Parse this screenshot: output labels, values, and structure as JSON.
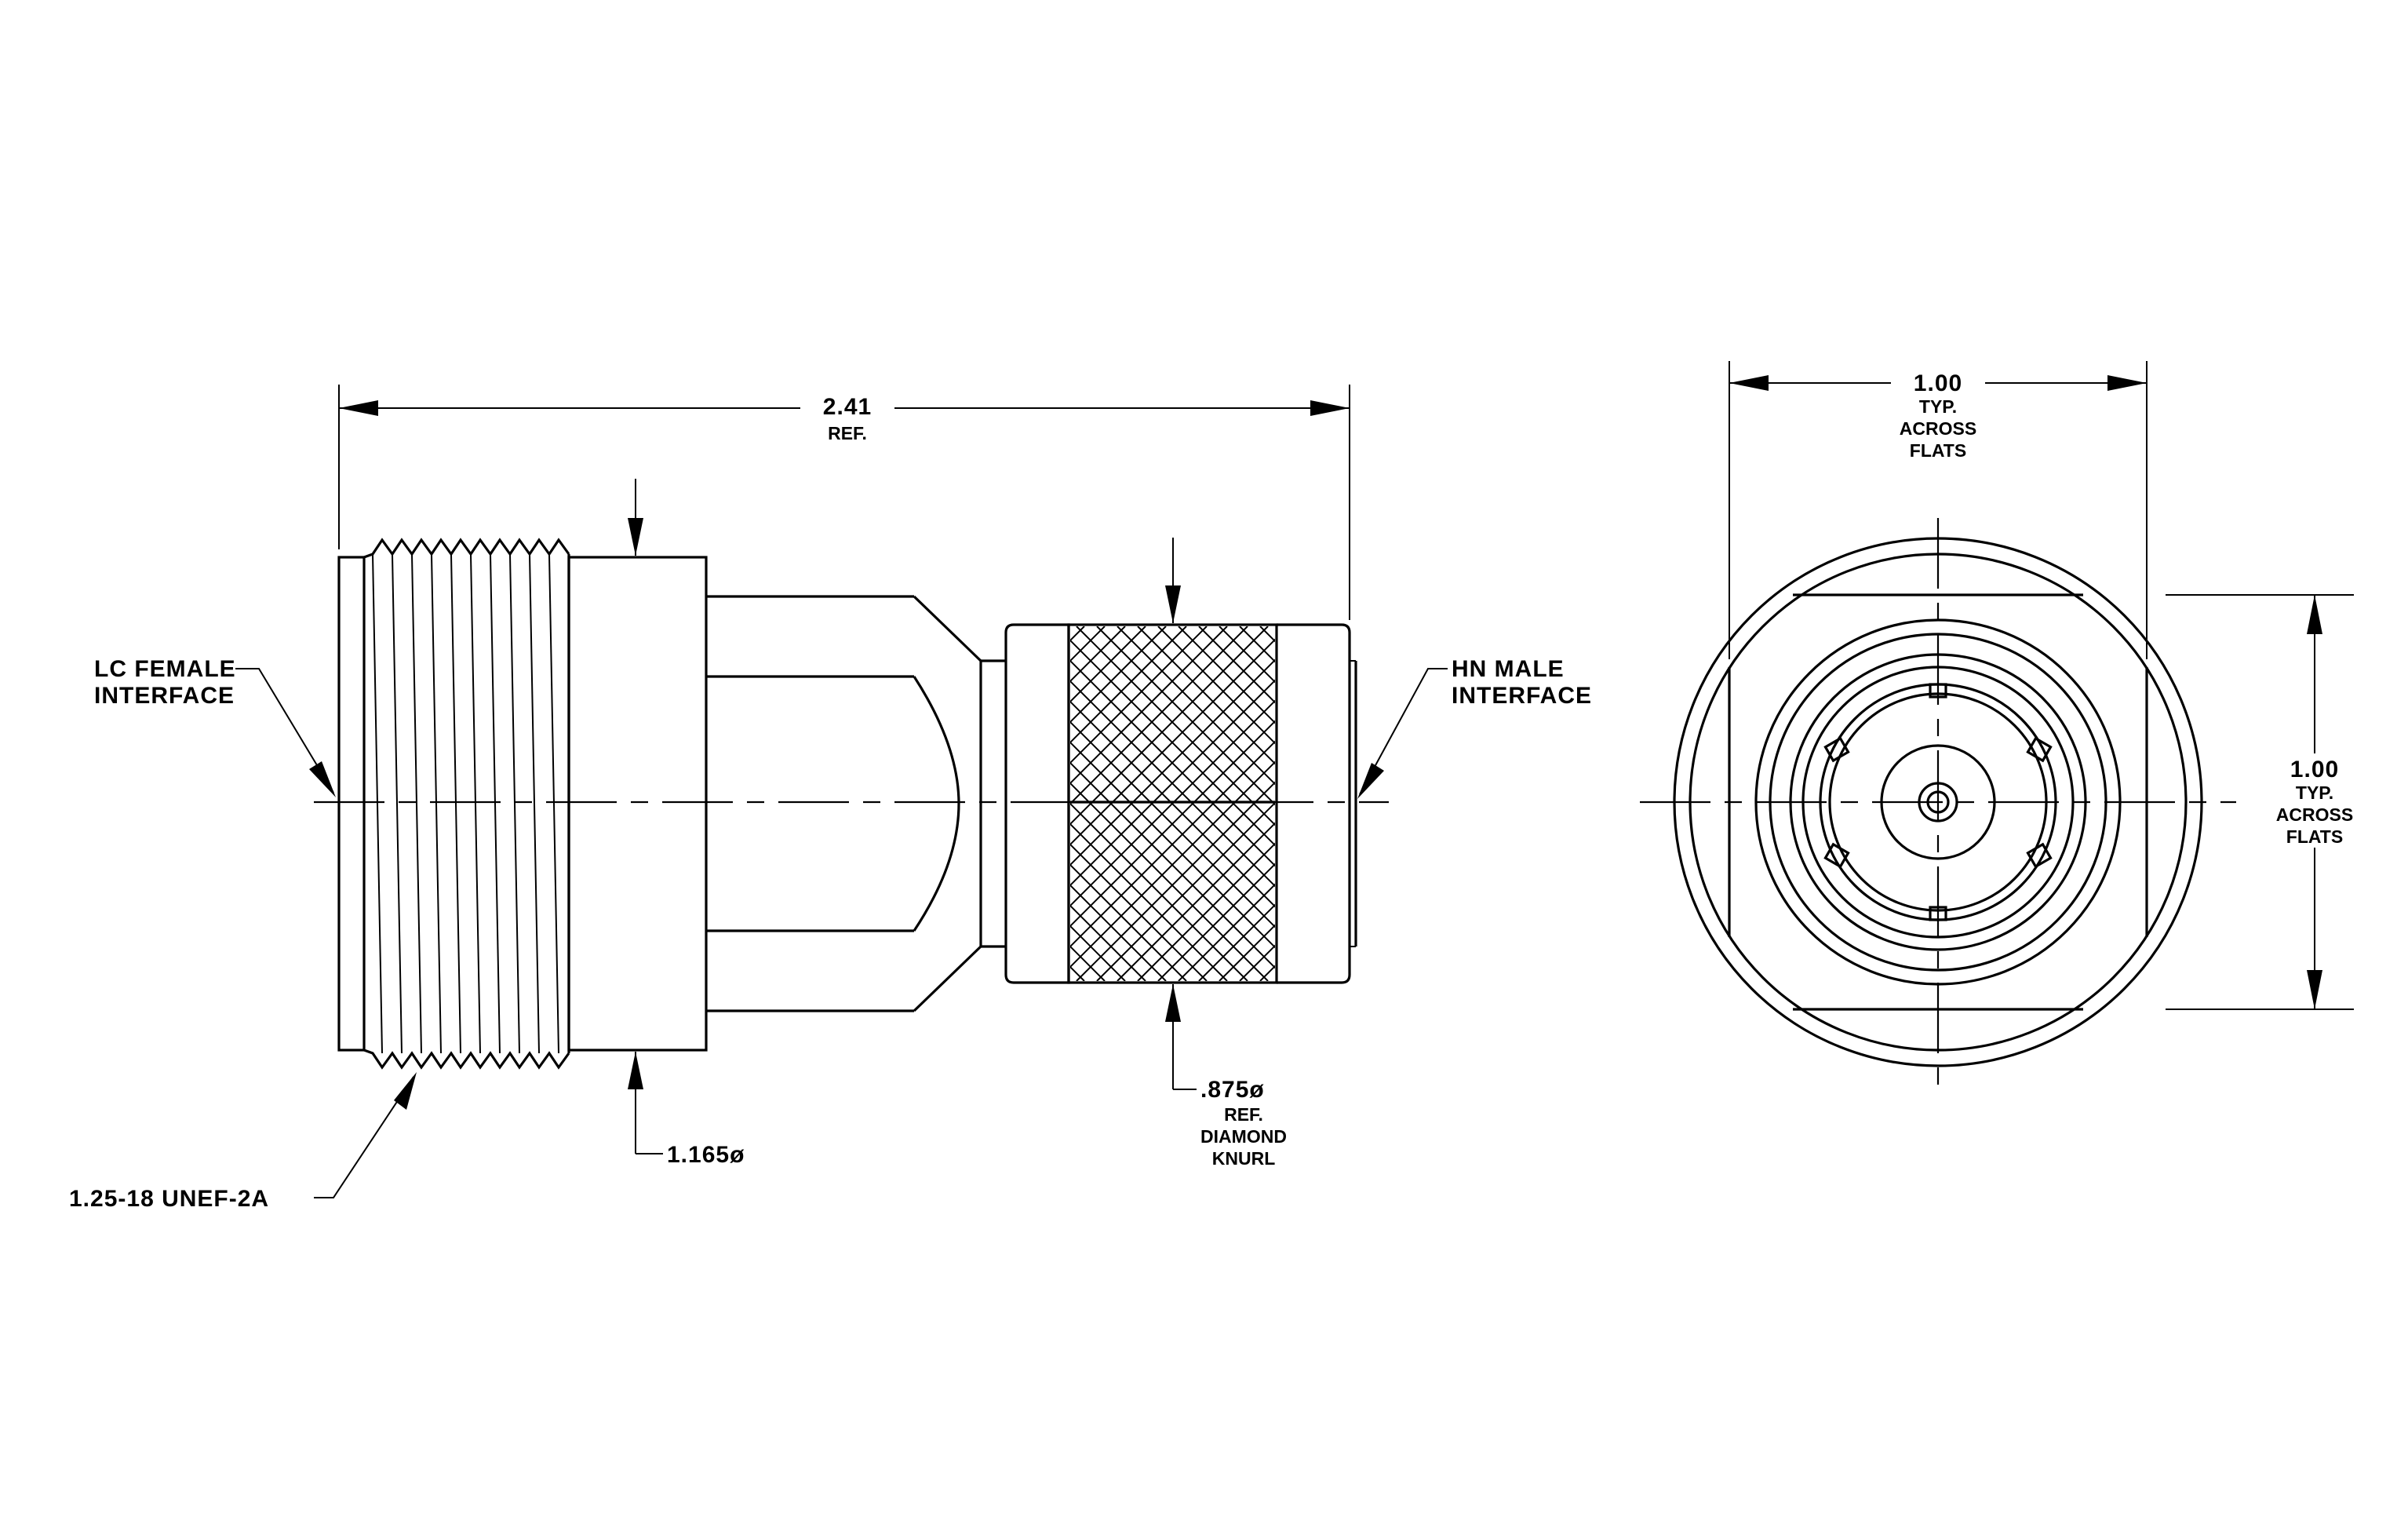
{
  "dimensions": {
    "overall_length": {
      "value": "2.41",
      "note": "REF."
    },
    "body_diameter": {
      "value": "1.165ø"
    },
    "knurl": {
      "value": ".875ø",
      "line2": "REF.",
      "line3": "DIAMOND",
      "line4": "KNURL"
    },
    "flats_horizontal": {
      "value": "1.00",
      "line2": "TYP.",
      "line3": "ACROSS",
      "line4": "FLATS"
    },
    "flats_vertical": {
      "value": "1.00",
      "line2": "TYP.",
      "line3": "ACROSS",
      "line4": "FLATS"
    }
  },
  "callouts": {
    "lc_female": {
      "line1": "LC FEMALE",
      "line2": "INTERFACE"
    },
    "hn_male": {
      "line1": "HN MALE",
      "line2": "INTERFACE"
    },
    "thread": {
      "text": "1.25-18 UNEF-2A"
    }
  },
  "style": {
    "line_color": "#000000",
    "background": "#ffffff"
  }
}
